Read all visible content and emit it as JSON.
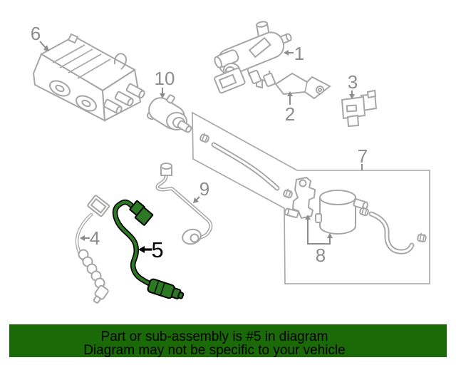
{
  "diagram": {
    "title_hint": "emission system parts diagram",
    "highlighted_part": "5",
    "callouts": [
      {
        "num": "1"
      },
      {
        "num": "2"
      },
      {
        "num": "3"
      },
      {
        "num": "4"
      },
      {
        "num": "5"
      },
      {
        "num": "6"
      },
      {
        "num": "7"
      },
      {
        "num": "8"
      },
      {
        "num": "9"
      },
      {
        "num": "10"
      }
    ],
    "colors": {
      "highlight_green": "#2b7a23",
      "line_gray": "#a6a6a6",
      "label_gray": "#8d8d8d",
      "highlight_callout_black": "#000000"
    }
  },
  "banner": {
    "line1": "Part or sub-assembly is #5 in diagram",
    "line2": "Diagram may not be specific to your vehicle",
    "background": "#1a6b08",
    "text_color": "#000000"
  }
}
